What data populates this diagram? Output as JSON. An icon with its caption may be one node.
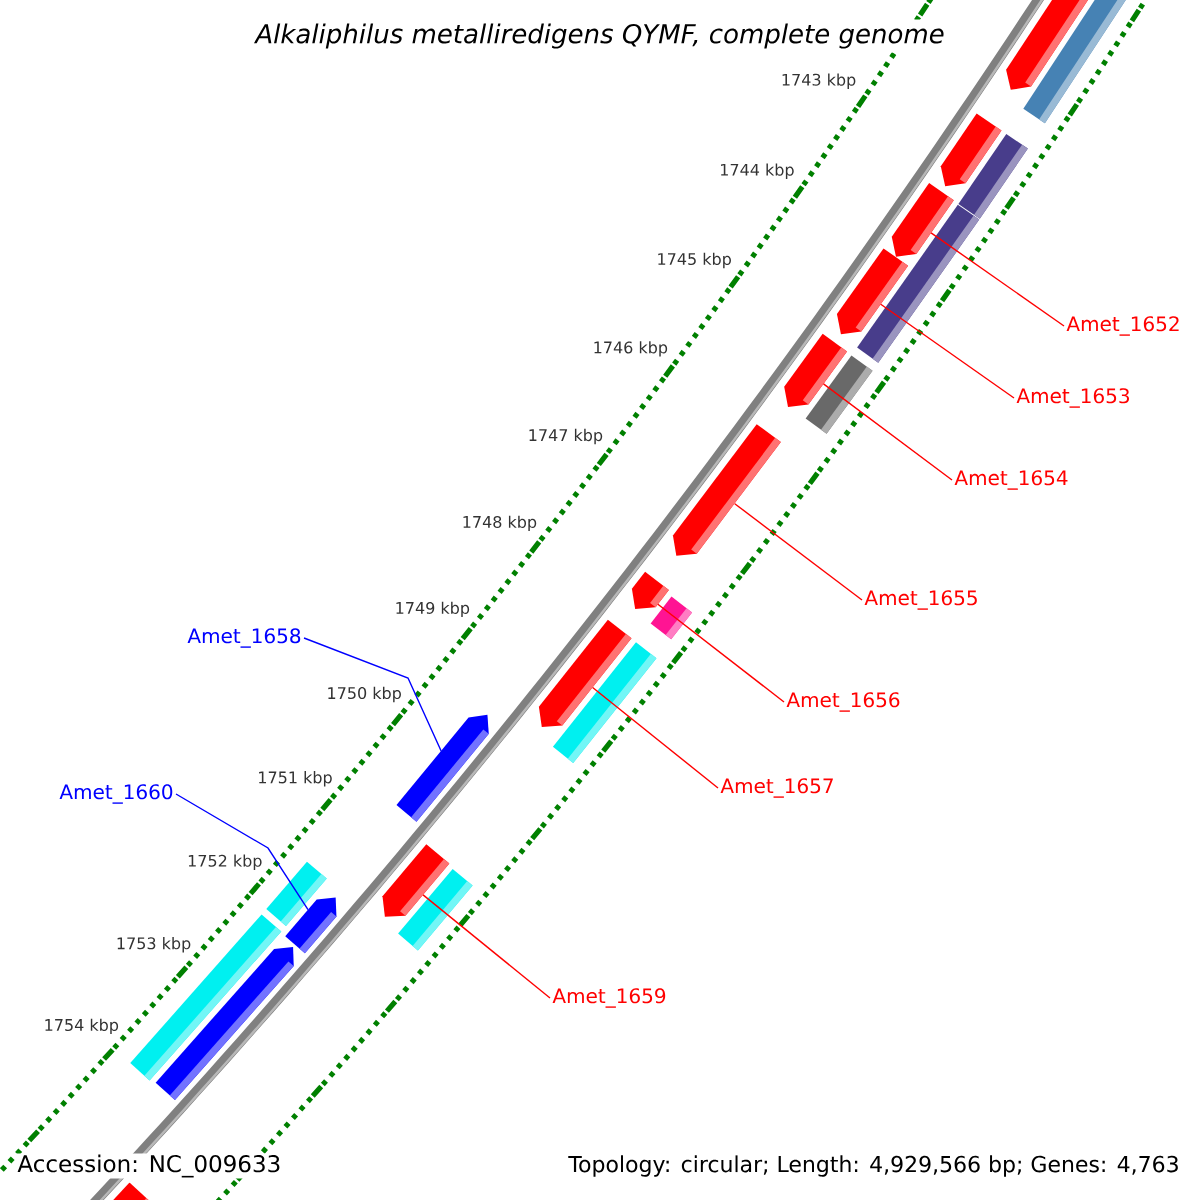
{
  "diagram": {
    "title": "Alkaliphilus metalliredigens QYMF, complete genome",
    "nodes": [
      {
        "text": [
          "Amet_1652"
        ]
      },
      {
        "text": [
          "Amet_1653"
        ]
      },
      {
        "text": [
          "Amet_1654"
        ]
      },
      {
        "text": [
          "Amet_1655"
        ]
      },
      {
        "text": [
          "Amet_1658"
        ]
      },
      {
        "text": [
          "Amet_1656"
        ]
      },
      {
        "text": [
          "Amet_1657"
        ]
      },
      {
        "text": [
          "Amet_1660"
        ]
      },
      {
        "text": [
          "Amet_1659"
        ]
      },
      {
        "text": [],
        "shape": "bar"
      },
      {
        "text": [],
        "shape": "pentagon"
      },
      {
        "text": [],
        "shape": "pentagon"
      },
      {
        "text": [],
        "shape": "bar"
      },
      {
        "text": [],
        "shape": "pentagon"
      },
      {
        "text": [],
        "shape": "bar"
      },
      {
        "text": [],
        "shape": "pentagon"
      },
      {
        "text": [],
        "shape": "pentagon"
      },
      {
        "text": [],
        "shape": "bar"
      },
      {
        "text": [],
        "shape": "pentagon"
      },
      {
        "text": [],
        "shape": "pentagon"
      },
      {
        "text": [],
        "shape": "bar"
      },
      {
        "text": [],
        "shape": "pentagon"
      },
      {
        "text": [],
        "shape": "bar"
      },
      {
        "text": [],
        "shape": "pentagon"
      },
      {
        "text": [],
        "shape": "pentagon"
      },
      {
        "text": [],
        "shape": "bar"
      },
      {
        "text": [],
        "shape": "bar"
      },
      {
        "text": [],
        "shape": "pentagon"
      },
      {
        "text": [],
        "shape": "bar"
      },
      {
        "text": [],
        "shape": "pentagon"
      },
      {
        "text": [],
        "shape": "pentagon"
      }
    ],
    "edges": [
      {
        "from": 0,
        "to": 13,
        "arrow": "none"
      },
      {
        "from": 1,
        "to": 15,
        "arrow": "none"
      },
      {
        "from": 2,
        "to": 16,
        "arrow": "none"
      },
      {
        "from": 3,
        "to": 18,
        "arrow": "none"
      },
      {
        "from": 4,
        "to": 23,
        "arrow": "none",
        "color": "#0000ff"
      },
      {
        "from": 5,
        "to": 19,
        "arrow": "none"
      },
      {
        "from": 6,
        "to": 21,
        "arrow": "none"
      },
      {
        "from": 7,
        "to": 27,
        "arrow": "none",
        "color": "#0000ff"
      },
      {
        "from": 8,
        "to": 24,
        "arrow": "none"
      }
    ],
    "labels": [
      "1743 kbp",
      "1744 kbp",
      "1745 kbp",
      "1746 kbp",
      "1747 kbp",
      "1748 kbp",
      "1749 kbp",
      "1750 kbp",
      "1751 kbp",
      "1752 kbp",
      "1753 kbp",
      "1754 kbp",
      "Accession: NC_009633",
      "Topology: circular; Length: 4,929,566 bp; Genes: 4,763"
    ]
  }
}
